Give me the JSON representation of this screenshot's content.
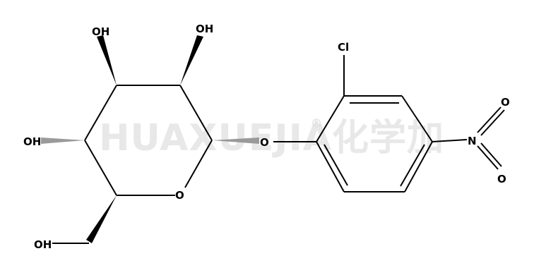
{
  "watermark": {
    "text": "HUAXUEJIA",
    "registered_mark": "®",
    "cjk_text": "化学加"
  },
  "atoms": {
    "oh_c3": "OH",
    "oh_c2": "OH",
    "oh_c4": "OH",
    "oh_c6": "OH",
    "o_glyco": "O",
    "o_ring": "O",
    "cl": "Cl",
    "n": "N",
    "o_n1": "O",
    "o_n2": "O"
  },
  "colors": {
    "bond": "#000000",
    "wedge_hashed": "#9a9a9a",
    "watermark": "#e8e8e8"
  }
}
